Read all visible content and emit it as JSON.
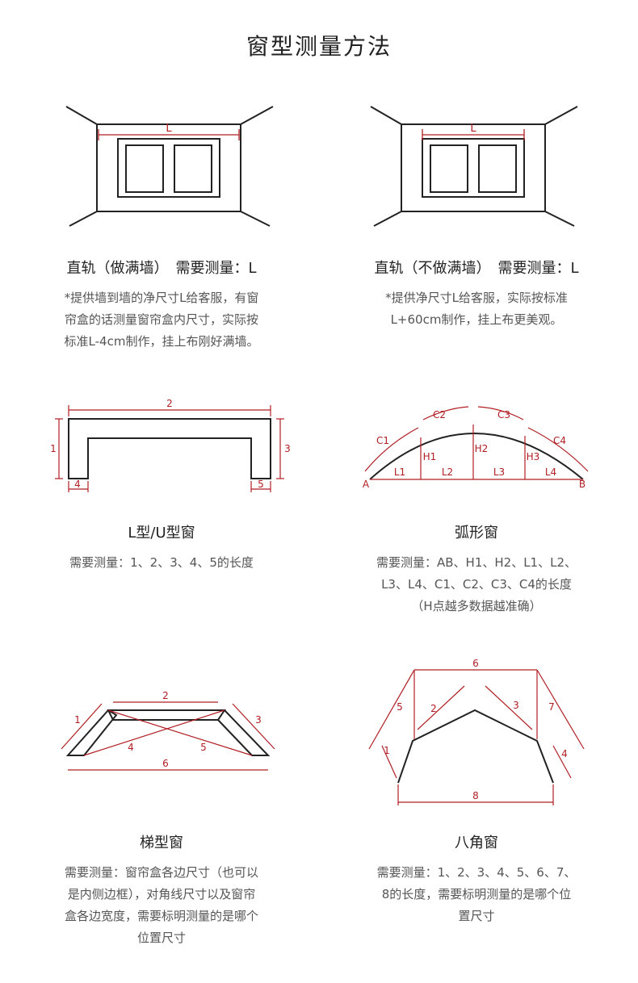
{
  "title": "窗型测量方法",
  "panels": [
    {
      "caption": "直轨（做满墙）　需要测量：L",
      "desc": [
        "*提供墙到墙的净尺寸L给客服，有窗",
        "帘盒的话测量窗帘盒内尺寸，实际按",
        "标准L-4cm制作，挂上布刚好满墙。"
      ],
      "labels": {
        "L": "L"
      }
    },
    {
      "caption": "直轨（不做满墙）　需要测量：L",
      "desc": [
        "*提供净尺寸L给客服，实际按标准",
        "L+60cm制作，挂上布更美观。"
      ],
      "labels": {
        "L": "L"
      }
    },
    {
      "caption": "L型/U型窗",
      "desc": [
        "需要测量：1、2、3、4、5的长度"
      ],
      "labels": {
        "d1": "1",
        "d2": "2",
        "d3": "3",
        "d4": "4",
        "d5": "5"
      }
    },
    {
      "caption": "弧形窗",
      "desc": [
        "需要测量：AB、H1、H2、L1、L2、",
        "L3、L4、C1、C2、C3、C4的长度",
        "（H点越多数据越准确）"
      ],
      "labels": {
        "A": "A",
        "B": "B",
        "C1": "C1",
        "C2": "C2",
        "C3": "C3",
        "C4": "C4",
        "H1": "H1",
        "H2": "H2",
        "H3": "H3",
        "L1": "L1",
        "L2": "L2",
        "L3": "L3",
        "L4": "L4"
      }
    },
    {
      "caption": "梯型窗",
      "desc": [
        "需要测量：窗帘盒各边尺寸（也可以",
        "是内侧边框），对角线尺寸以及窗帘",
        "盒各边宽度，需要标明测量的是哪个",
        "位置尺寸"
      ],
      "labels": {
        "d1": "1",
        "d2": "2",
        "d3": "3",
        "d4": "4",
        "d5": "5",
        "d6": "6"
      }
    },
    {
      "caption": "八角窗",
      "desc": [
        "需要测量：1、2、3、4、5、6、7、",
        "8的长度，需要标明测量的是哪个位",
        "置尺寸"
      ],
      "labels": {
        "d1": "1",
        "d2": "2",
        "d3": "3",
        "d4": "4",
        "d5": "5",
        "d6": "6",
        "d7": "7",
        "d8": "8"
      }
    }
  ]
}
